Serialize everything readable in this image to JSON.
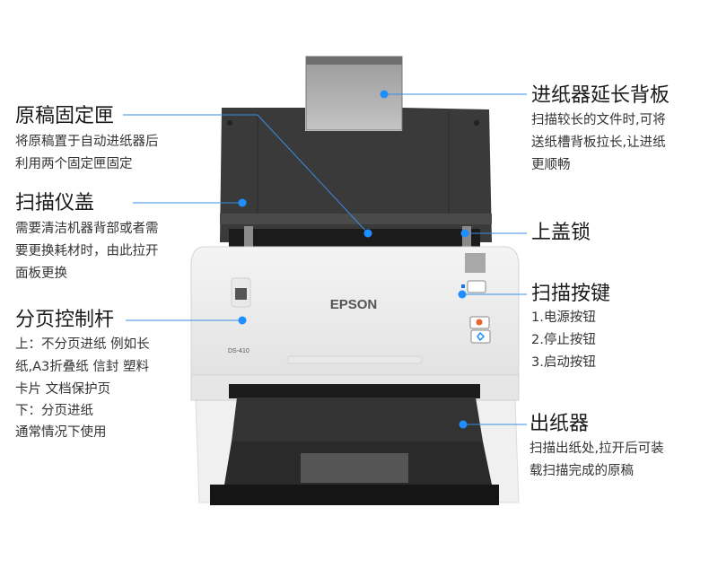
{
  "accent_color": "#1e8fff",
  "product": {
    "brand": "EPSON",
    "model": "DS-410"
  },
  "callouts_left": [
    {
      "title": "原稿固定匣",
      "lines": [
        "将原稿置于自动进纸器后",
        "利用两个固定匣固定"
      ]
    },
    {
      "title": "扫描仪盖",
      "lines": [
        "需要清洁机器背部或者需",
        "要更换耗材时，由此拉开",
        "面板更换"
      ]
    },
    {
      "title": "分页控制杆",
      "lines": [
        "上：不分页进纸 例如长",
        "纸,A3折叠纸 信封 塑料",
        "卡片 文档保护页",
        "下：分页进纸",
        "通常情况下使用"
      ]
    }
  ],
  "callouts_right": [
    {
      "title": "进纸器延长背板",
      "lines": [
        "扫描较长的文件时,可将",
        "送纸槽背板拉长,让进纸",
        "更顺畅"
      ]
    },
    {
      "title": "上盖锁",
      "lines": []
    },
    {
      "title": "扫描按键",
      "lines": [
        "1.电源按钮",
        "2.停止按钮",
        "3.启动按钮"
      ]
    },
    {
      "title": "出纸器",
      "lines": [
        "扫描出纸处,拉开后可装",
        "载扫描完成的原稿"
      ]
    }
  ]
}
